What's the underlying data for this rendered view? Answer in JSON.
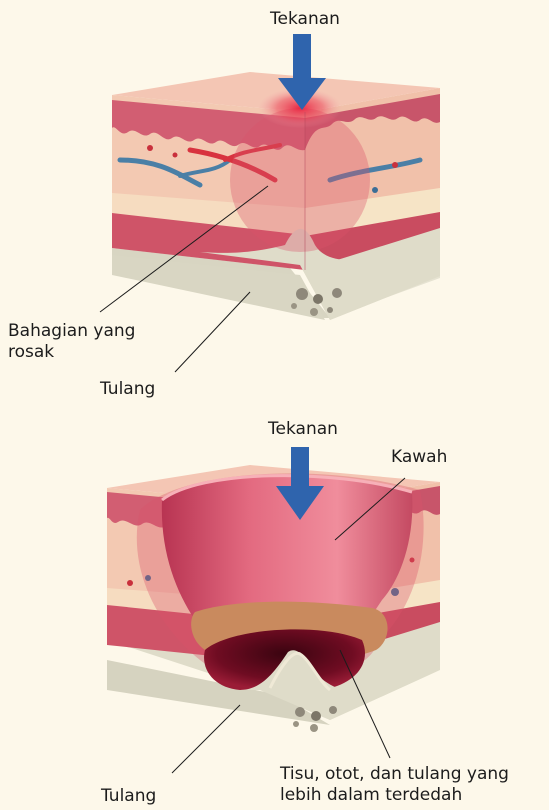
{
  "diagram_1": {
    "pressure_label": "Tekanan",
    "damaged_label_line1": "Bahagian yang",
    "damaged_label_line2": "rosak",
    "bone_label": "Tulang"
  },
  "diagram_2": {
    "pressure_label": "Tekanan",
    "crater_label": "Kawah",
    "exposed_label_line1": "Tisu, otot, dan tulang yang",
    "exposed_label_line2": "lebih dalam terdedah",
    "bone_label": "Tulang"
  },
  "colors": {
    "background": "#fdf8ea",
    "arrow": "#2f64ad",
    "skin_top": "#e88a95",
    "dermis": "#f3c9b2",
    "fat": "#f6dcc0",
    "muscle": "#cf5468",
    "bone": "#dedbc9",
    "wound": "#7a0d24",
    "pressure_glow": "#e8223f"
  }
}
